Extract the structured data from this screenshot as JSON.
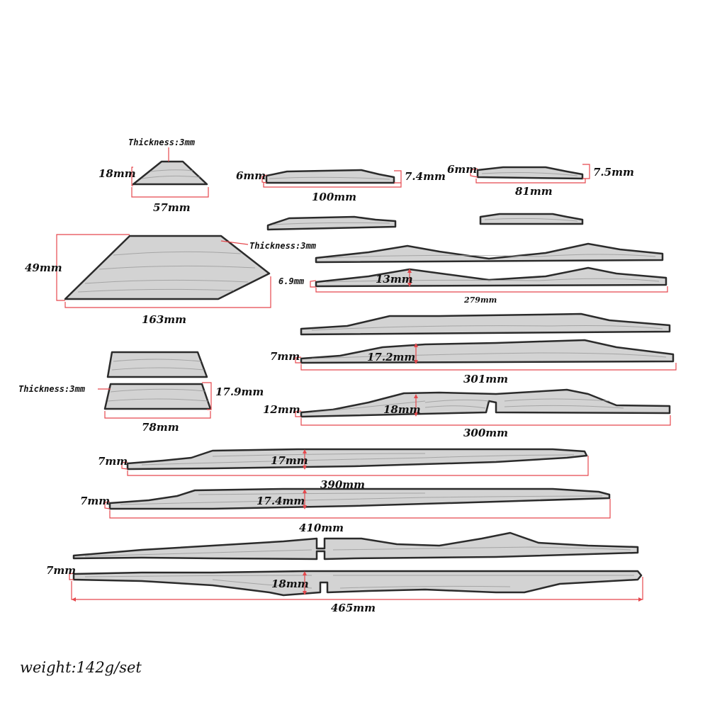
{
  "footer": {
    "weight": "weight:142g/set"
  },
  "labels": {
    "tri_thickness": "Thickness:3mm",
    "tri_height": "18mm",
    "tri_width": "57mm",
    "big_thickness": "Thickness:3mm",
    "big_height": "49mm",
    "big_width": "163mm",
    "trap_thickness": "Thickness:3mm",
    "trap_height": "17.9mm",
    "trap_width": "78mm",
    "p100_left": "6mm",
    "p100_right": "7.4mm",
    "p100_len": "100mm",
    "p81_left": "6mm",
    "p81_right": "7.5mm",
    "p81_len": "81mm",
    "p279_left": "6.9mm",
    "p279_mid": "13mm",
    "p279_len": "279mm",
    "p301_left": "7mm",
    "p301_mid": "17.2mm",
    "p301_len": "301mm",
    "p300_left": "12mm",
    "p300_mid": "18mm",
    "p300_len": "300mm",
    "p390_left": "7mm",
    "p390_mid": "17mm",
    "p390_len": "390mm",
    "p410_left": "7mm",
    "p410_mid": "17.4mm",
    "p410_len": "410mm",
    "p465_left": "7mm",
    "p465_mid": "18mm",
    "p465_len": "465mm"
  }
}
